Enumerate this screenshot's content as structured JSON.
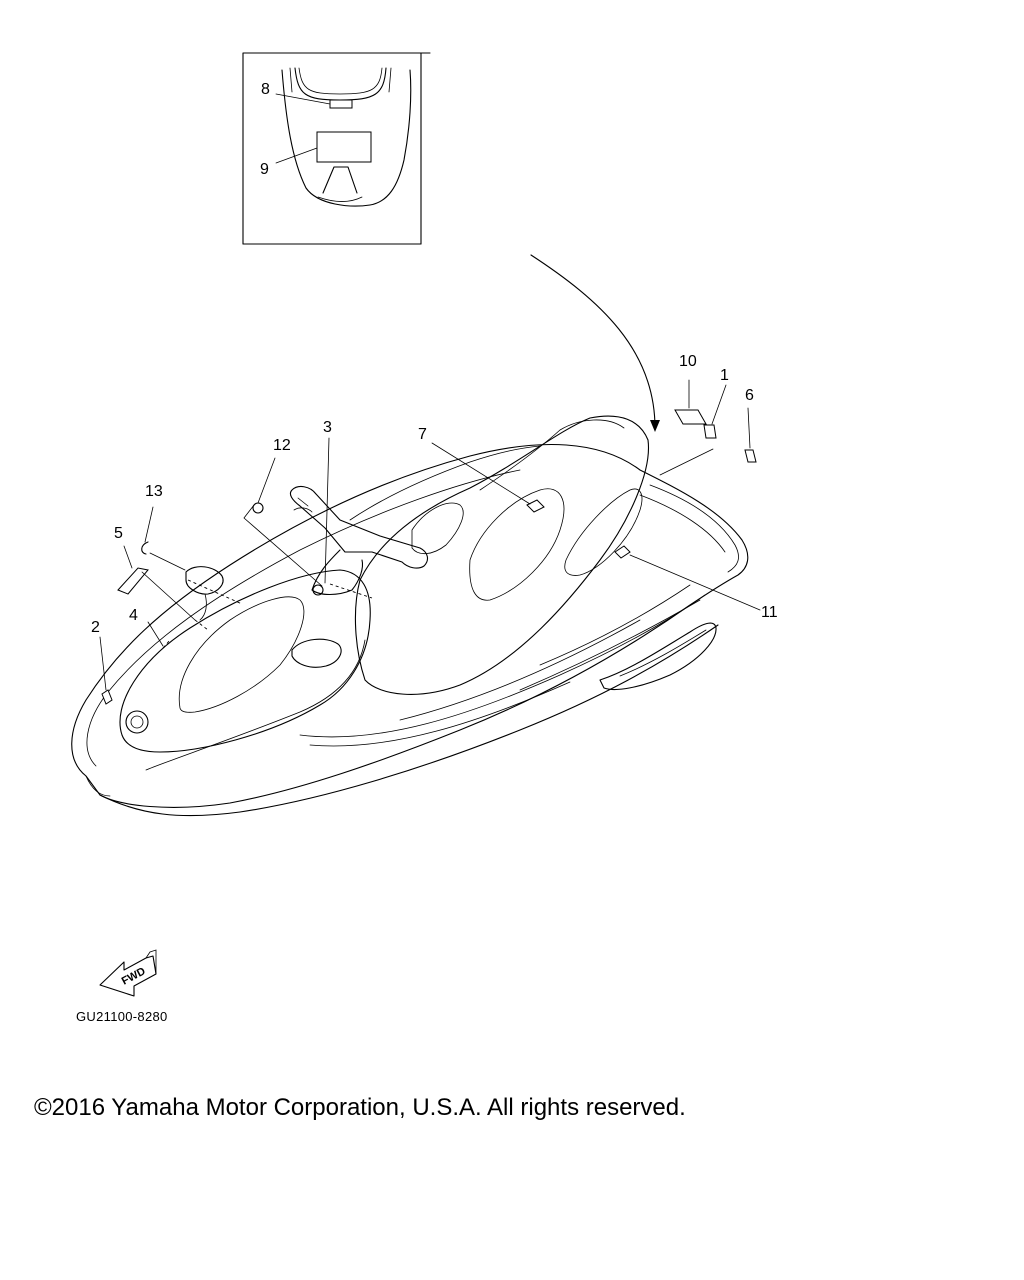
{
  "callouts": {
    "c1": "1",
    "c2": "2",
    "c3": "3",
    "c4": "4",
    "c5": "5",
    "c6": "6",
    "c7": "7",
    "c8": "8",
    "c9": "9",
    "c10": "10",
    "c11": "11",
    "c12": "12",
    "c13": "13"
  },
  "fwd_label": "FWD",
  "part_code": "GU21100-8280",
  "copyright": "©2016 Yamaha Motor Corporation, U.S.A. All rights reserved.",
  "icons": {
    "fwd_arrow": "fwd-arrow-icon"
  },
  "colors": {
    "line": "#000000",
    "background": "#ffffff"
  }
}
